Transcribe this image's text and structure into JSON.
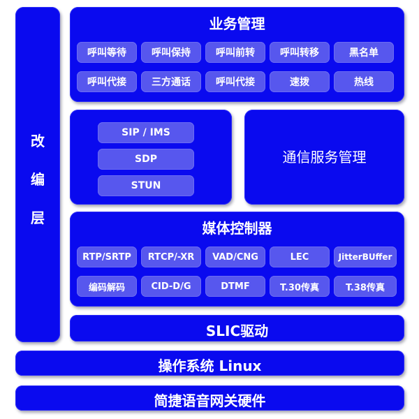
{
  "side": {
    "chars": [
      "改",
      "编",
      "层"
    ]
  },
  "business": {
    "title": "业务管理",
    "row1": [
      "呼叫等待",
      "呼叫保持",
      "呼叫前转",
      "呼叫转移",
      "黑名单"
    ],
    "row2": [
      "呼叫代接",
      "三方通话",
      "呼叫代接",
      "速拨",
      "热线"
    ]
  },
  "protocols": {
    "items": [
      "SIP / IMS",
      "SDP",
      "STUN"
    ]
  },
  "comm": {
    "title": "通信服务管理"
  },
  "media": {
    "title": "媒体控制器",
    "row1": [
      "RTP/SRTP",
      "RTCP/-XR",
      "VAD/CNG",
      "LEC",
      "JitterBUffer"
    ],
    "row2": [
      "编码解码",
      "CID-D/G",
      "DTMF",
      "T.30传真",
      "T.38传真"
    ]
  },
  "slic": {
    "title": "SLIC驱动"
  },
  "os": {
    "title": "操作系统 Linux"
  },
  "hw": {
    "title": "简捷语音网关硬件"
  },
  "colors": {
    "block": "#0a0aef",
    "pill": "#5757ee",
    "text": "#ffffff"
  }
}
